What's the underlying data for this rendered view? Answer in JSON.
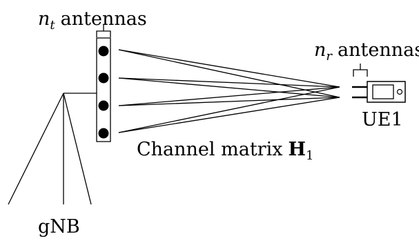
{
  "labels": {
    "tx_antennas": {
      "var": "n",
      "sub": "t",
      "text": "antennas"
    },
    "rx_antennas": {
      "var": "n",
      "sub": "r",
      "text": "antennas"
    },
    "channel": {
      "text": "Channel matrix",
      "sym": "H",
      "sub": "1"
    },
    "ue": "UE1",
    "gnb": "gNB"
  },
  "tx_antenna_count": 4,
  "rx_antenna_count": 2
}
